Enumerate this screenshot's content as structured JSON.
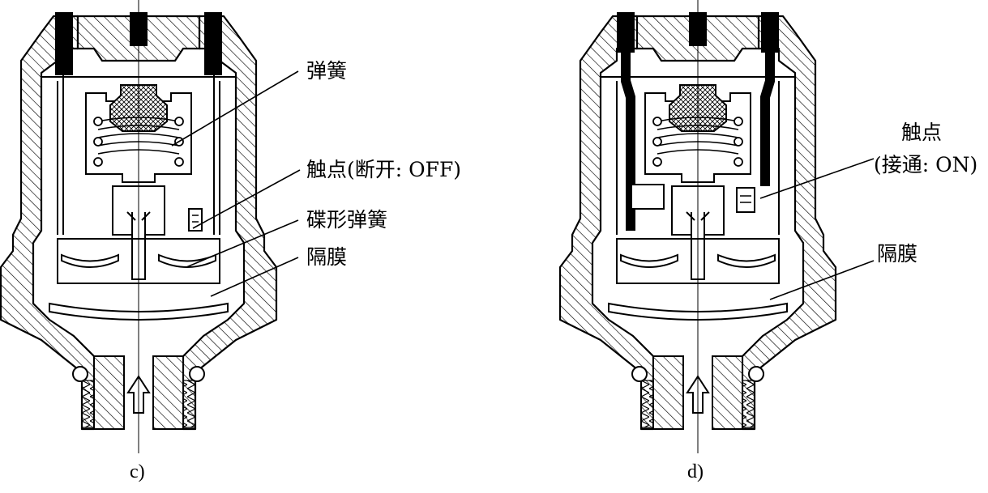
{
  "left": {
    "caption": "c)",
    "labels": {
      "spring": "弹簧",
      "contact": "触点(断开: OFF)",
      "disc_spring": "碟形弹簧",
      "diaphragm": "隔膜"
    }
  },
  "right": {
    "caption": "d)",
    "labels": {
      "contact_line1": "触点",
      "contact_line2": "(接通: ON)",
      "diaphragm": "隔膜"
    }
  }
}
